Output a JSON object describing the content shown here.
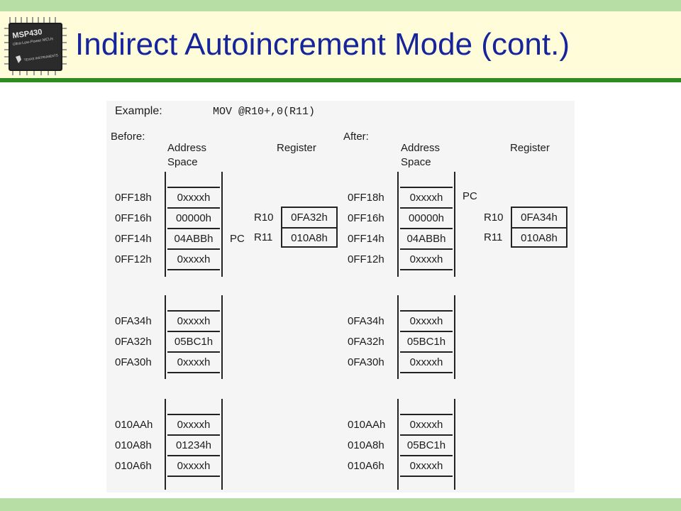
{
  "slide": {
    "title": "Indirect Autoincrement Mode (cont.)",
    "colors": {
      "title": "#17259c",
      "band": "#b7dea5",
      "rule": "#2e8b1f",
      "header_bg": "#fffdd9"
    }
  },
  "logo": {
    "chip_name": "MSP430",
    "chip_sub": "Ultra-Low-Power MCUs",
    "vendor": "TEXAS INSTRUMENTS"
  },
  "example": {
    "label": "Example:",
    "instruction": "MOV    @R10+,0(R11)"
  },
  "before": {
    "heading": "Before:",
    "address_header_1": "Address",
    "address_header_2": "Space",
    "register_header": "Register",
    "pc_label": "PC",
    "block1": [
      {
        "addr": "0FF18h",
        "value": "0xxxxh"
      },
      {
        "addr": "0FF16h",
        "value": "00000h"
      },
      {
        "addr": "0FF14h",
        "value": "04ABBh"
      },
      {
        "addr": "0FF12h",
        "value": "0xxxxh"
      }
    ],
    "block2": [
      {
        "addr": "0FA34h",
        "value": "0xxxxh"
      },
      {
        "addr": "0FA32h",
        "value": "05BC1h"
      },
      {
        "addr": "0FA30h",
        "value": "0xxxxh"
      }
    ],
    "block3": [
      {
        "addr": "010AAh",
        "value": "0xxxxh"
      },
      {
        "addr": "010A8h",
        "value": "01234h"
      },
      {
        "addr": "010A6h",
        "value": "0xxxxh"
      }
    ],
    "registers": [
      {
        "name": "R10",
        "value": "0FA32h"
      },
      {
        "name": "R11",
        "value": "010A8h"
      }
    ]
  },
  "after": {
    "heading": "After:",
    "address_header_1": "Address",
    "address_header_2": "Space",
    "register_header": "Register",
    "pc_label": "PC",
    "block1": [
      {
        "addr": "0FF18h",
        "value": "0xxxxh"
      },
      {
        "addr": "0FF16h",
        "value": "00000h"
      },
      {
        "addr": "0FF14h",
        "value": "04ABBh"
      },
      {
        "addr": "0FF12h",
        "value": "0xxxxh"
      }
    ],
    "block2": [
      {
        "addr": "0FA34h",
        "value": "0xxxxh"
      },
      {
        "addr": "0FA32h",
        "value": "05BC1h"
      },
      {
        "addr": "0FA30h",
        "value": "0xxxxh"
      }
    ],
    "block3": [
      {
        "addr": "010AAh",
        "value": "0xxxxh"
      },
      {
        "addr": "010A8h",
        "value": "05BC1h"
      },
      {
        "addr": "010A6h",
        "value": "0xxxxh"
      }
    ],
    "registers": [
      {
        "name": "R10",
        "value": "0FA34h"
      },
      {
        "name": "R11",
        "value": "010A8h"
      }
    ]
  }
}
